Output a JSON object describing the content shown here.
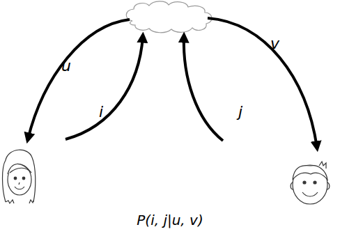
{
  "diagram": {
    "caption": "P(i, j|u, v)",
    "labels": [
      "u",
      "i",
      "j",
      "v"
    ]
  }
}
